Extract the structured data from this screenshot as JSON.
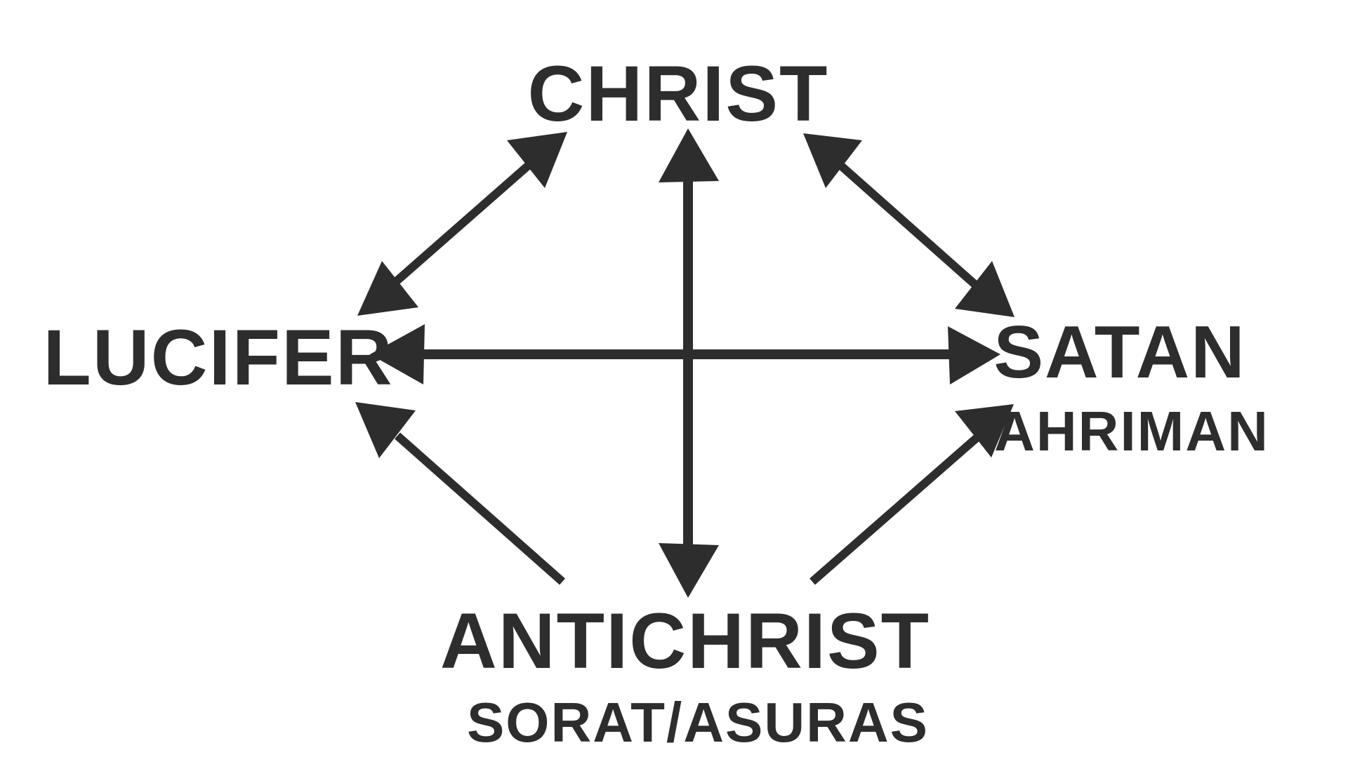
{
  "diagram": {
    "nodes": {
      "christ": {
        "label": "CHRIST",
        "sublabel": ""
      },
      "lucifer": {
        "label": "LUCIFER",
        "sublabel": ""
      },
      "satan": {
        "label": "SATAN",
        "sublabel": "AHRIMAN"
      },
      "antichrist": {
        "label": "ANTICHRIST",
        "sublabel": "SORAT/ASURAS"
      }
    },
    "edges": [
      {
        "from": "lucifer",
        "to": "satan",
        "direction": "both"
      },
      {
        "from": "christ",
        "to": "antichrist",
        "direction": "both"
      },
      {
        "from": "lucifer",
        "to": "christ",
        "direction": "both"
      },
      {
        "from": "christ",
        "to": "satan",
        "direction": "both"
      },
      {
        "from": "antichrist",
        "to": "lucifer",
        "direction": "to-lucifer"
      },
      {
        "from": "antichrist",
        "to": "satan",
        "direction": "to-satan"
      }
    ],
    "colors": {
      "ink": "#2e2d2d",
      "background": "#ffffff"
    }
  }
}
